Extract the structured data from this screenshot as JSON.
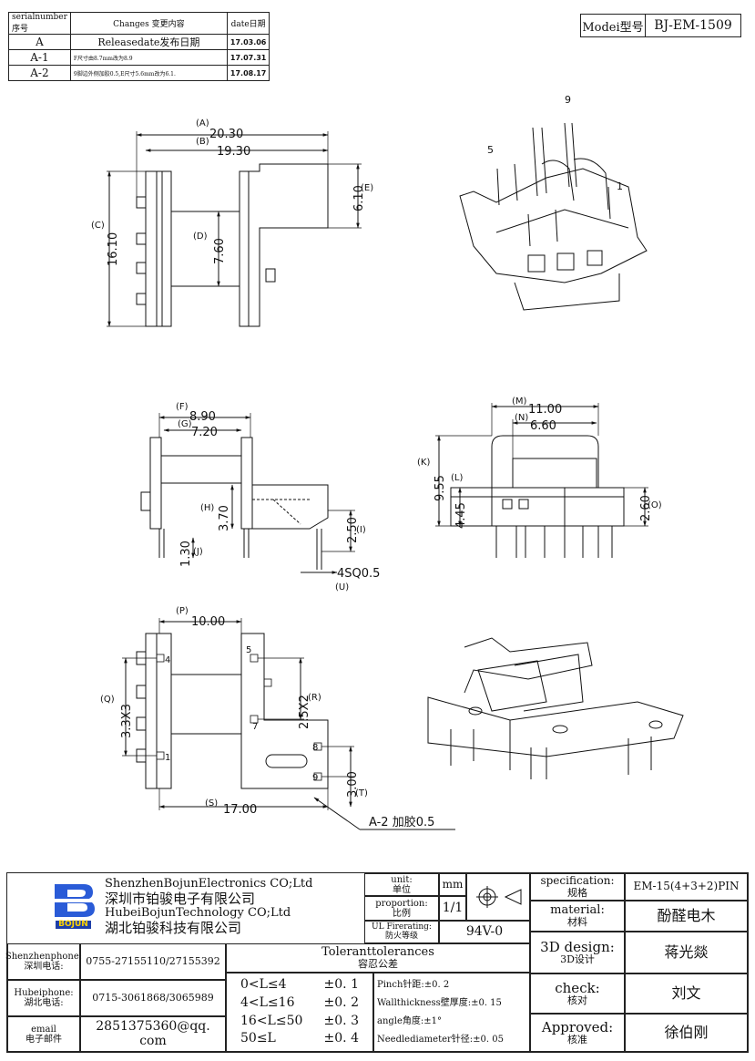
{
  "revisions": {
    "headers": [
      "serialnumber序号",
      "Changes 变更内容",
      "date日期"
    ],
    "rows": [
      {
        "serial": "A",
        "change": "Releasedate发布日期",
        "date": "17.03.06"
      },
      {
        "serial": "A-1",
        "change": "F尺寸由8.7mm改为8.9",
        "date": "17.07.31"
      },
      {
        "serial": "A-2",
        "change": "9脚边外侧加胶0.5,E尺寸5.6mm改为6.1.",
        "date": "17.08.17"
      }
    ]
  },
  "model": {
    "label": "Modei型号",
    "value": "BJ-EM-1509"
  },
  "views": {
    "front": {
      "A": "(A)",
      "A_val": "20.30",
      "B": "(B)",
      "B_val": "19.30",
      "C": "(C)",
      "C_val": "16.10",
      "D": "(D)",
      "D_val": "7.60",
      "E": "(E)",
      "E_val": "6.10"
    },
    "side": {
      "F": "(F)",
      "F_val": "8.90",
      "G": "(G)",
      "G_val": "7.20",
      "H": "(H)",
      "H_val": "3.70",
      "I": "(I)",
      "I_val": "2.50",
      "J": "(J)",
      "J_val": "1.30",
      "SQ": "4SQ0.5",
      "U": "(U)"
    },
    "end": {
      "M": "(M)",
      "M_val": "11.00",
      "N": "(N)",
      "N_val": "6.60",
      "K": "(K)",
      "K_val": "9.55",
      "L": "(L)",
      "L_val": "4.45",
      "O": "(O)",
      "O_val": "2.60"
    },
    "bottom": {
      "P": "(P)",
      "P_val": "10.00",
      "Q": "(Q)",
      "Q_val": "3.3X3",
      "R": "(R)",
      "R_val": "2.5X2",
      "S": "(S)",
      "S_val": "17.00",
      "T": "(T)",
      "T_val": "3.00",
      "note": "A-2 加胶0.5",
      "pins": [
        "4",
        "1",
        "5",
        "7",
        "8",
        "9"
      ]
    },
    "iso_pins": [
      "9",
      "5",
      "1"
    ]
  },
  "titleblock": {
    "company_en1": "ShenzhenBojunElectronics CO;Ltd",
    "company_cn1": "深圳市铂骏电子有限公司",
    "company_en2": "HubeiBojunTechnology CO;Ltd",
    "company_cn2": "湖北铂骏科技有限公司",
    "logo_text": "BOJUN",
    "unit_label": "unit:",
    "unit_label_cn": "单位",
    "unit_value": "mm",
    "proportion_label": "proportion:",
    "proportion_label_cn": "比例",
    "proportion_value": "1/1",
    "ul_label": "UL Firerating:",
    "ul_label_cn": "防火等级",
    "ul_value": "94V-0",
    "spec_label": "specification:",
    "spec_label_cn": "规格",
    "spec_value": "EM-15(4+3+2)PIN",
    "material_label": "material:",
    "material_label_cn": "材料",
    "material_value": "酚醛电木",
    "design_label": "3D design:",
    "design_label_cn": "3D设计",
    "design_value": "蒋光燚",
    "check_label": "check:",
    "check_label_cn": "核对",
    "check_value": "刘文",
    "approved_label": "Approved:",
    "approved_label_cn": "核准",
    "approved_value": "徐伯刚",
    "sz_phone_label": "Shenzhenphone:",
    "sz_phone_label_cn": "深圳电话:",
    "sz_phone": "0755-27155110/27155392",
    "hb_phone_label": "Hubeiphone:",
    "hb_phone_label_cn": "湖北电话:",
    "hb_phone": "0715-3061868/3065989",
    "email_label": "email",
    "email_label_cn": "电子邮件",
    "email": "2851375360@qq. com",
    "tol_title": "Toleranttolerances",
    "tol_title_cn": "容忍公差",
    "tol_ranges": [
      "0<L≤4",
      "4<L≤16",
      "16<L≤50",
      "50≤L"
    ],
    "tol_values": [
      "±0. 1",
      "±0. 2",
      "±0. 3",
      "±0. 4"
    ],
    "pinch": "Pinch针距:±0. 2",
    "wall": "Wallthickness壁厚度:±0. 15",
    "angle": "angle角度:±1°",
    "needle": "Needlediameter针径:±0. 05"
  }
}
